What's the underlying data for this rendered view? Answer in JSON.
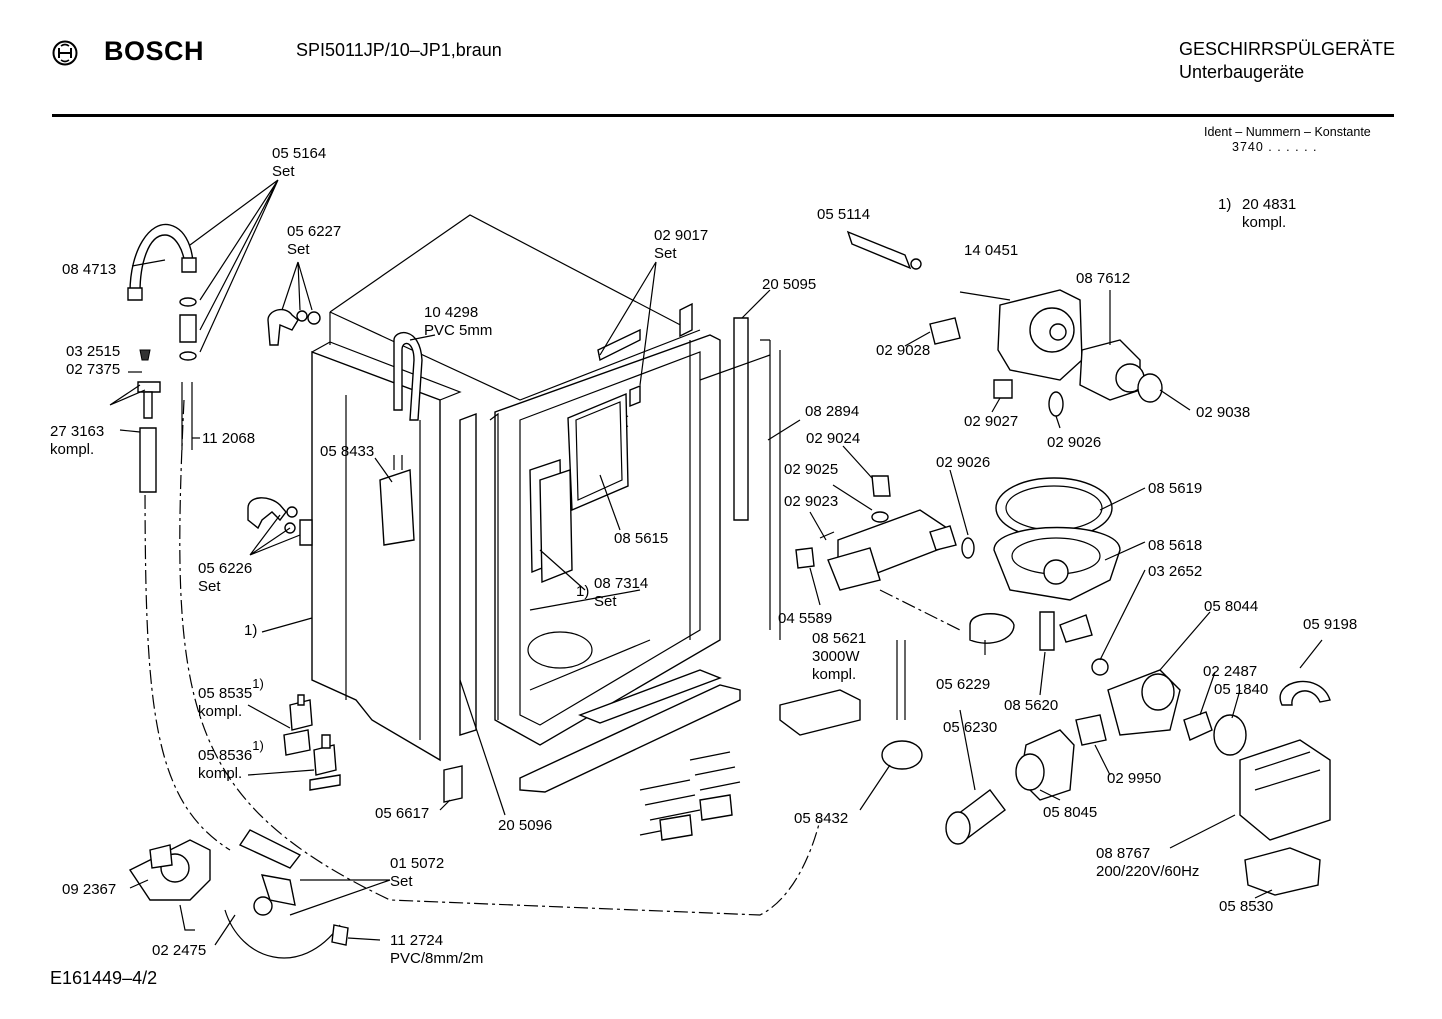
{
  "header": {
    "brand": "BOSCH",
    "model": "SPI5011JP/10–JP1,braun",
    "category_line1": "GESCHIRRSPÜLGERÄTE",
    "category_line2": "Unterbaugeräte",
    "ident_label": "Ident – Nummern – Konstante",
    "ident_value": "3740 .  .   .  .  .  ."
  },
  "footer": {
    "doc_code": "E161449–4/2"
  },
  "icons": {
    "brand": "bosch-armature-icon"
  },
  "parts": {
    "p055164": [
      "05 5164",
      "Set"
    ],
    "p084713": [
      "08 4713"
    ],
    "p056227": [
      "05 6227",
      "Set"
    ],
    "p104298": [
      "10 4298",
      "PVC 5mm"
    ],
    "p032515": [
      "03 2515"
    ],
    "p027375": [
      "02 7375"
    ],
    "p273163": [
      "27 3163",
      "kompl."
    ],
    "p112068": [
      "11 2068"
    ],
    "p058433": [
      "05 8433"
    ],
    "p056226": [
      "05 6226",
      "Set"
    ],
    "p1a": [
      "1)"
    ],
    "p058535": [
      "05 8535",
      "kompl."
    ],
    "p058536": [
      "05 8536",
      "kompl."
    ],
    "p056617": [
      "05 6617"
    ],
    "p205096": [
      "20 5096"
    ],
    "p015072": [
      "01 5072",
      "Set"
    ],
    "p092367": [
      "09 2367"
    ],
    "p022475": [
      "02 2475"
    ],
    "p112724": [
      "11 2724",
      "PVC/8mm/2m"
    ],
    "p029017": [
      "02 9017",
      "Set"
    ],
    "p205095": [
      "20 5095"
    ],
    "p055114": [
      "05 5114"
    ],
    "p085615": [
      "08 5615"
    ],
    "p087314": [
      "08 7314",
      "Set"
    ],
    "p1b": [
      "1)"
    ],
    "p082894": [
      "08 2894"
    ],
    "p029024": [
      "02 9024"
    ],
    "p029025": [
      "02 9025"
    ],
    "p029023": [
      "02 9023"
    ],
    "p045589": [
      "04 5589"
    ],
    "p085621": [
      "08 5621",
      "3000W",
      "kompl."
    ],
    "p140451": [
      "14 0451"
    ],
    "p029028": [
      "02 9028"
    ],
    "p087612": [
      "08 7612"
    ],
    "p029027": [
      "02 9027"
    ],
    "p029026a": [
      "02 9026"
    ],
    "p029038": [
      "02 9038"
    ],
    "p029026b": [
      "02 9026"
    ],
    "p085619": [
      "08 5619"
    ],
    "p085618": [
      "08 5618"
    ],
    "p032652": [
      "03 2652"
    ],
    "p058044": [
      "05 8044"
    ],
    "p059198": [
      "05 9198"
    ],
    "p022487": [
      "02 2487"
    ],
    "p051840": [
      "05 1840"
    ],
    "p056229": [
      "05 6229"
    ],
    "p085620": [
      "08 5620"
    ],
    "p056230": [
      "05 6230"
    ],
    "p029950": [
      "02 9950"
    ],
    "p058045": [
      "05 8045"
    ],
    "p058432": [
      "05 8432"
    ],
    "p088767": [
      "08 8767",
      "200/220V/60Hz"
    ],
    "p058530": [
      "05 8530"
    ],
    "p204831": [
      "1)",
      "20 4831",
      "kompl."
    ]
  },
  "footnote_mark": "1)"
}
